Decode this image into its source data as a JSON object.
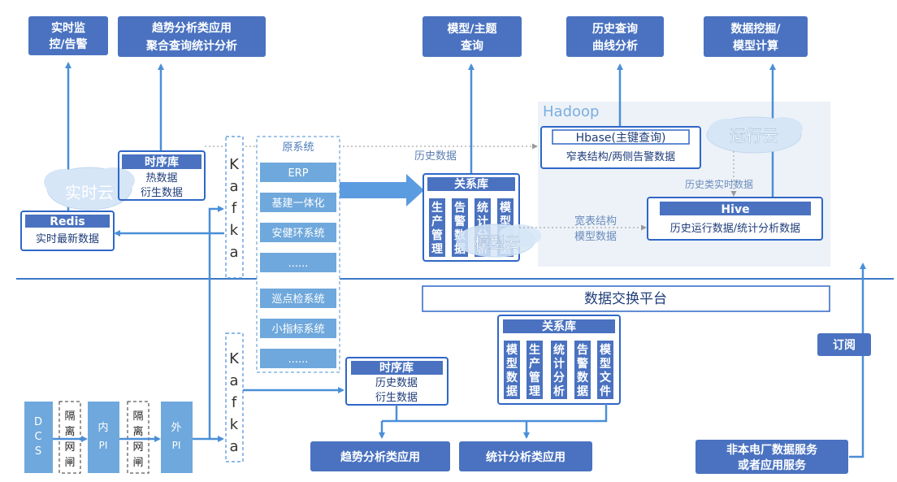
{
  "top_boxes": {
    "realtime_monitor": [
      "实时监",
      "控/告警"
    ],
    "trend_analysis": [
      "趋势分析类应用",
      "聚合查询统计分析"
    ],
    "model_query": [
      "模型/主题",
      "查询"
    ],
    "history_query": [
      "历史查询",
      "曲线分析"
    ],
    "data_mining": [
      "数据挖掘/",
      "模型计算"
    ]
  },
  "hadoop": {
    "title": "Hadoop",
    "hbase_header": "Hbase(主键查询)",
    "hbase_body": "窄表结构/两侧告警数据",
    "cloud": "运行云",
    "history_realtime": "历史类实时数据",
    "hive_header": "Hive",
    "hive_body": "历史运行数据/统计分析数据"
  },
  "realtime": {
    "tsdb_header": "时序库",
    "tsdb_lines": [
      "热数据",
      "衍生数据"
    ],
    "cloud": "实时云",
    "redis_header": "Redis",
    "redis_body": "实时最新数据"
  },
  "kafka": [
    "K",
    "a",
    "f",
    "k",
    "a"
  ],
  "source": {
    "title": "原系统",
    "items_top": [
      "ERP",
      "基建一体化",
      "安健环系统",
      "......"
    ],
    "items_bottom": [
      "巡点检系统",
      "小指标系统",
      "......"
    ]
  },
  "history_data": "历史数据",
  "relational_top": {
    "header": "关系库",
    "cols": [
      [
        "生",
        "产",
        "管",
        "理"
      ],
      [
        "告",
        "警",
        "数",
        "据"
      ],
      [
        "统",
        "计",
        "分",
        "析"
      ],
      [
        "模",
        "型",
        "数",
        "据"
      ]
    ],
    "cloud": "模型云"
  },
  "wide_table": [
    "宽表结构",
    "模型数据"
  ],
  "exchange": "数据交换平台",
  "relational_bottom": {
    "header": "关系库",
    "cols": [
      [
        "模",
        "型",
        "数",
        "据"
      ],
      [
        "生",
        "产",
        "管",
        "理"
      ],
      [
        "统",
        "计",
        "分",
        "析"
      ],
      [
        "告",
        "警",
        "数",
        "据"
      ],
      [
        "模",
        "型",
        "文",
        "件"
      ]
    ]
  },
  "tsdb_bottom": {
    "header": "时序库",
    "lines": [
      "历史数据",
      "衍生数据"
    ]
  },
  "bottom_row": {
    "dcs": [
      "D",
      "C",
      "S"
    ],
    "gap": [
      "隔",
      "离",
      "网",
      "闸"
    ],
    "inner_pi": [
      "内",
      "PI"
    ],
    "outer_pi": [
      "外",
      "PI"
    ]
  },
  "apps": {
    "trend": "趋势分析类应用",
    "stats": "统计分析类应用"
  },
  "subscribe": "订阅",
  "external": [
    "非本电厂数据服务",
    "或者应用服务"
  ]
}
